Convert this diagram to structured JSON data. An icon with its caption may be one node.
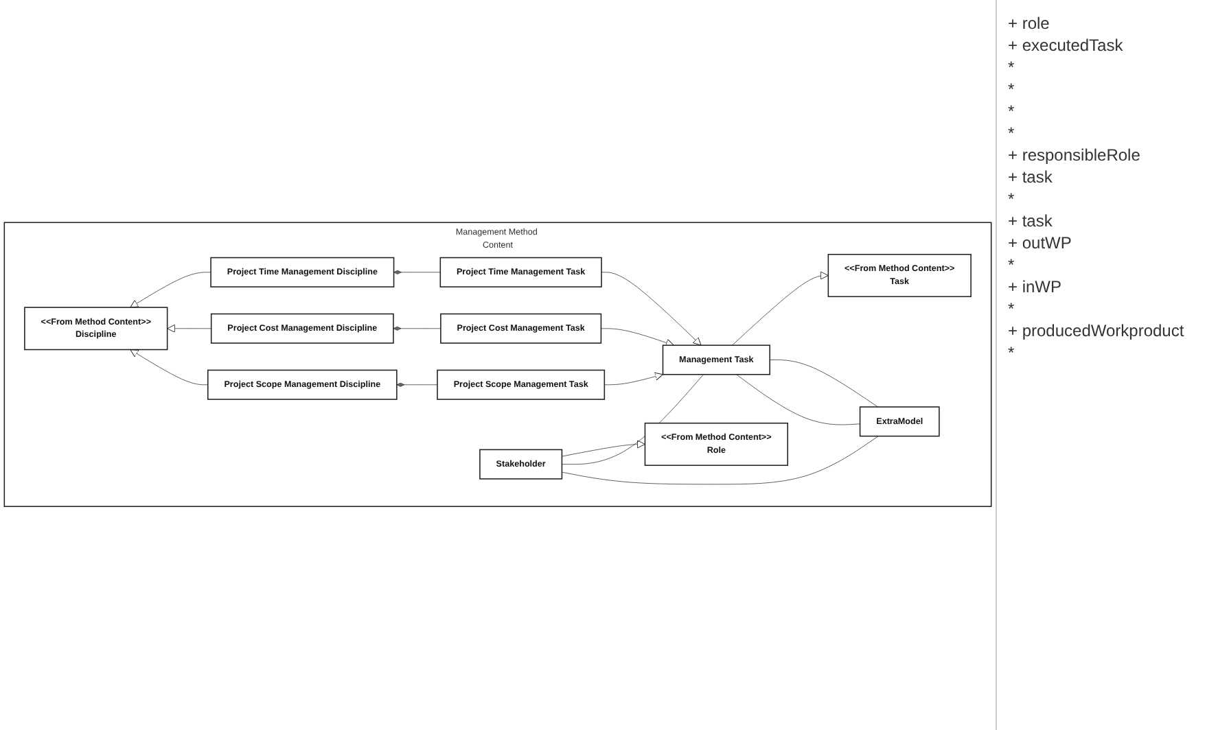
{
  "diagram": {
    "nodes": [
      {
        "text": [
          "Management Method Content"
        ]
      },
      {
        "text": [
          "<<From Method Content>>",
          "Discipline"
        ],
        "in": 0
      },
      {
        "text": [
          "Project Time Management Discipline"
        ],
        "in": 0
      },
      {
        "text": [
          "Project Cost Management Discipline"
        ],
        "in": 0
      },
      {
        "text": [
          "Project Scope Management Discipline"
        ],
        "in": 0
      },
      {
        "text": [
          "Project Time Management Task"
        ],
        "in": 0
      },
      {
        "text": [
          "Project Cost Management Task"
        ],
        "in": 0
      },
      {
        "text": [
          "Project Scope Management Task"
        ],
        "in": 0
      },
      {
        "text": [
          "<<From Method Content>>",
          "Role"
        ],
        "in": 0
      },
      {
        "text": [
          "Stakeholder"
        ],
        "in": 0
      },
      {
        "text": [
          "Management Task"
        ],
        "in": 0
      },
      {
        "text": [
          "<<From Method Content>>",
          "Task"
        ],
        "in": 0
      },
      {
        "text": [
          "ExtraModel"
        ],
        "in": 0
      }
    ],
    "edges": [
      {
        "from": 2,
        "to": 1,
        "arrow": "to"
      },
      {
        "from": 3,
        "to": 1,
        "arrow": "to"
      },
      {
        "from": 4,
        "to": 1,
        "arrow": "to"
      },
      {
        "from": 5,
        "to": 2,
        "arrow": "other"
      },
      {
        "from": 6,
        "to": 3,
        "arrow": "other"
      },
      {
        "from": 7,
        "to": 4,
        "arrow": "other"
      },
      {
        "from": 5,
        "to": 10,
        "arrow": "to"
      },
      {
        "from": 6,
        "to": 10,
        "arrow": "to"
      },
      {
        "from": 7,
        "to": 10,
        "arrow": "to"
      },
      {
        "from": 9,
        "to": 8,
        "arrow": "to"
      },
      {
        "from": 10,
        "to": 11,
        "arrow": "to"
      },
      {
        "from": 9,
        "to": 10,
        "arrow": "none"
      },
      {
        "from": 9,
        "to": 12,
        "arrow": "none"
      },
      {
        "from": 10,
        "to": 12,
        "arrow": "none"
      },
      {
        "from": 10,
        "to": 12,
        "arrow": "none"
      }
    ],
    "labels": [
      "+ role",
      "+ executedTask",
      "*",
      "*",
      "*",
      "*",
      "+ responsibleRole",
      "+ task",
      "*",
      "+ task",
      "+ outWP",
      "*",
      "+ inWP",
      "*",
      "+ producedWorkproduct",
      "*"
    ]
  }
}
